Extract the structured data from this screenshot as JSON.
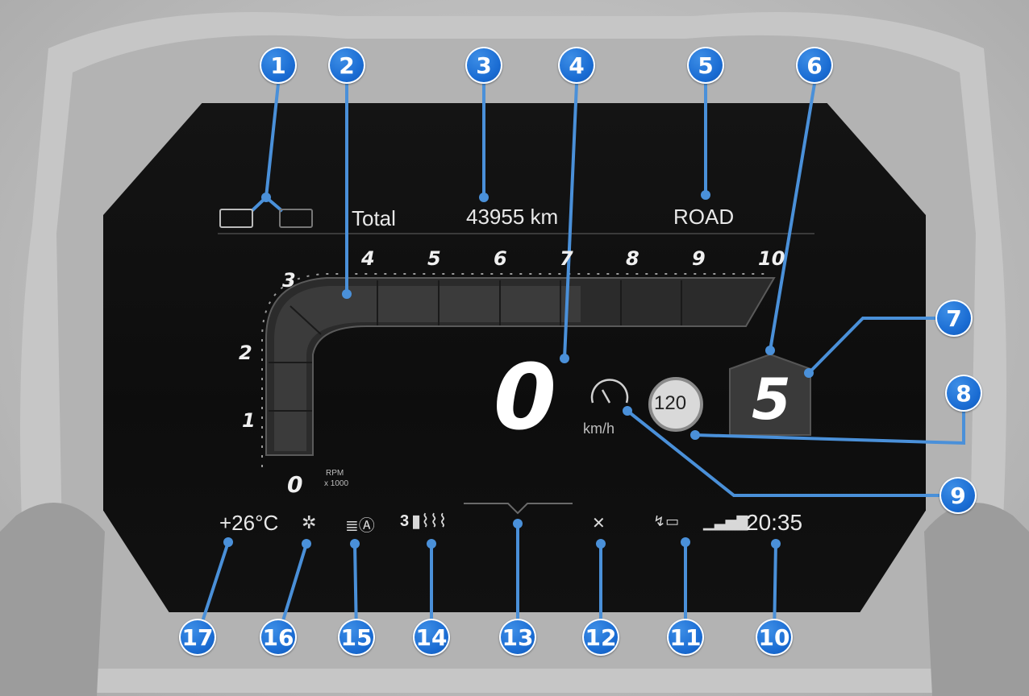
{
  "top_bar": {
    "label": "Total",
    "odometer": "43955 km",
    "mode": "ROAD"
  },
  "rpm_scale": {
    "left": [
      "3",
      "2",
      "1",
      "0"
    ],
    "top": [
      "4",
      "5",
      "6",
      "7",
      "8",
      "9",
      "10"
    ],
    "unit_line1": "RPM",
    "unit_line2": "x 1000"
  },
  "speed": {
    "value": "0",
    "unit": "km/h"
  },
  "speed_limit": "120",
  "gear": "5",
  "status_bar": {
    "temperature": "+26°C",
    "time": "20:35",
    "icon_14_label": "3"
  },
  "callouts": [
    "1",
    "2",
    "3",
    "4",
    "5",
    "6",
    "7",
    "8",
    "9",
    "10",
    "11",
    "12",
    "13",
    "14",
    "15",
    "16",
    "17"
  ],
  "colors": {
    "callout": "#1a6cd3",
    "leader": "#4a90d9",
    "screen": "#111111"
  },
  "icons": {
    "trip1": "trip-1-icon",
    "trip2": "trip-2-icon",
    "speed_limit_info": "speed-limit-info-icon",
    "ambient": "ambient-light-icon",
    "headlight": "headlight-auto-icon",
    "heating": "heated-grip-icon",
    "mute": "mute-icon",
    "phone": "phone-battery-icon",
    "signal": "signal-icon"
  }
}
